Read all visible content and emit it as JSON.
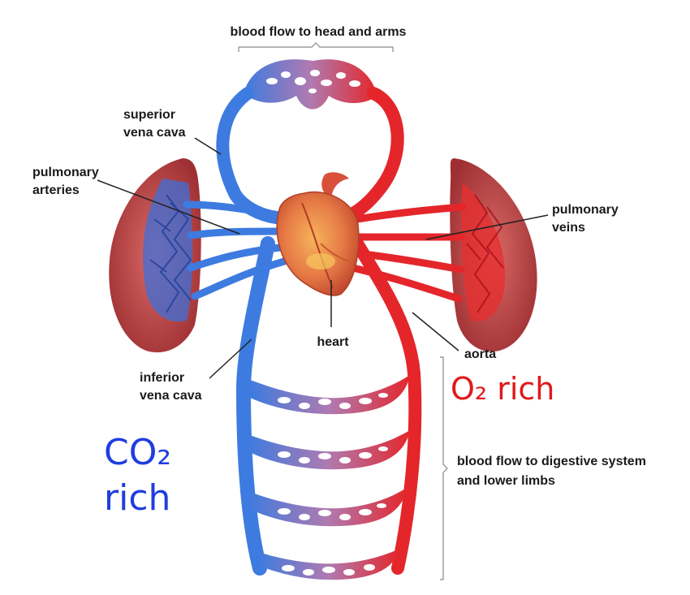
{
  "labels": {
    "head_arms": "blood flow to head and arms",
    "superior_vena_cava": [
      "superior",
      "vena cava"
    ],
    "pulmonary_arteries": [
      "pulmonary",
      "arteries"
    ],
    "pulmonary_veins": [
      "pulmonary",
      "veins"
    ],
    "heart": "heart",
    "aorta": "aorta",
    "inferior_vena_cava": [
      "inferior",
      "vena cava"
    ],
    "digestive_lower": [
      "blood flow to digestive system",
      "and lower limbs"
    ]
  },
  "annotations": {
    "o2_rich": "O₂ rich",
    "co2_rich": [
      "CO₂",
      "rich"
    ]
  },
  "colors": {
    "deoxygenated": "#3d7be0",
    "oxygenated": "#e4262a",
    "capillary_mid": "#b07ab0",
    "lung": "#c2474a",
    "heart": "#e0643c",
    "annotation_blue": "#1f3de0",
    "annotation_red": "#e0191b"
  }
}
